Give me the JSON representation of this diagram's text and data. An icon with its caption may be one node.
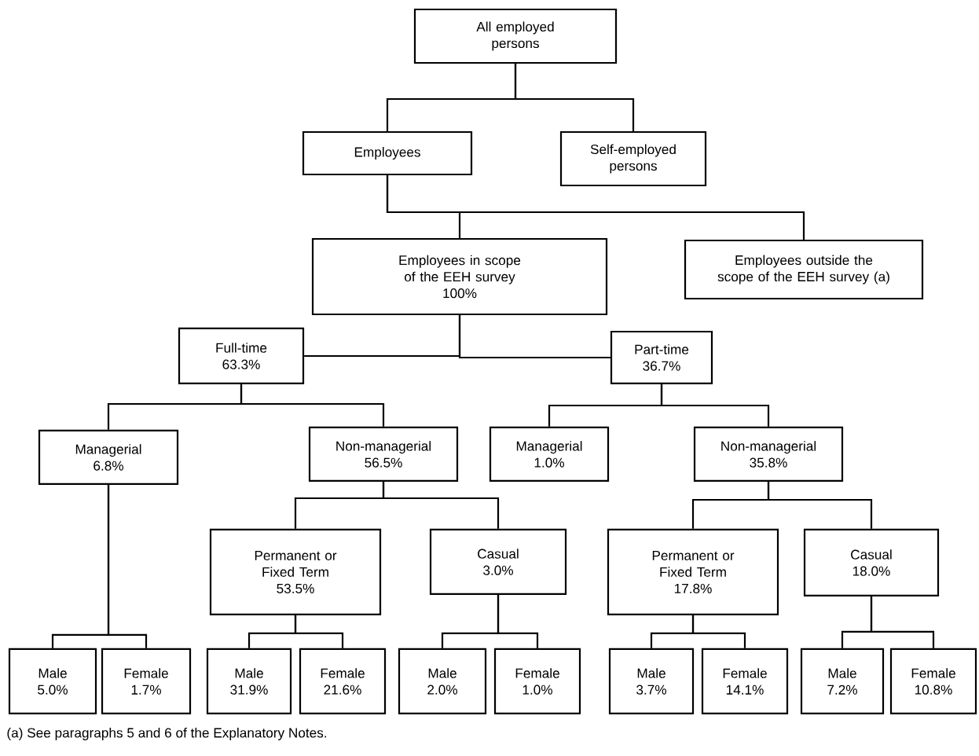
{
  "diagram": {
    "nodes": [
      {
        "text": [
          "All employed persons"
        ]
      },
      {
        "text": [
          "Employees"
        ]
      },
      {
        "text": [
          "Self-employed persons"
        ]
      },
      {
        "text": [
          "Employees in scope of the EEH survey",
          "100%"
        ]
      },
      {
        "text": [
          "Employees outside the scope of the EEH survey (a)"
        ]
      },
      {
        "text": [
          "Full-time",
          "63.3%"
        ]
      },
      {
        "text": [
          "Part-time",
          "36.7%"
        ]
      },
      {
        "text": [
          "Managerial",
          "6.8%"
        ]
      },
      {
        "text": [
          "Non-managerial",
          "56.5%"
        ]
      },
      {
        "text": [
          "Managerial",
          "1.0%"
        ]
      },
      {
        "text": [
          "Non-managerial",
          "35.8%"
        ]
      },
      {
        "text": [
          "Permanent or Fixed Term",
          "53.5%"
        ]
      },
      {
        "text": [
          "Casual",
          "3.0%"
        ]
      },
      {
        "text": [
          "Permanent or Fixed Term",
          "17.8%"
        ]
      },
      {
        "text": [
          "Casual",
          "18.0%"
        ]
      },
      {
        "text": [
          "Male",
          "5.0%"
        ]
      },
      {
        "text": [
          "Female",
          "1.7%"
        ]
      },
      {
        "text": [
          "Male",
          "31.9%"
        ]
      },
      {
        "text": [
          "Female",
          "21.6%"
        ]
      },
      {
        "text": [
          "Male",
          "2.0%"
        ]
      },
      {
        "text": [
          "Female",
          "1.0%"
        ]
      },
      {
        "text": [
          "Male",
          "3.7%"
        ]
      },
      {
        "text": [
          "Female",
          "14.1%"
        ]
      },
      {
        "text": [
          "Male",
          "7.2%"
        ]
      },
      {
        "text": [
          "Female",
          "10.8%"
        ]
      }
    ],
    "edges": [
      {
        "from": 0,
        "to": 1,
        "arrow": "none"
      },
      {
        "from": 0,
        "to": 2,
        "arrow": "none"
      },
      {
        "from": 1,
        "to": 3,
        "arrow": "none"
      },
      {
        "from": 1,
        "to": 4,
        "arrow": "none"
      },
      {
        "from": 3,
        "to": 5,
        "arrow": "none"
      },
      {
        "from": 3,
        "to": 6,
        "arrow": "none"
      },
      {
        "from": 5,
        "to": 7,
        "arrow": "none"
      },
      {
        "from": 5,
        "to": 8,
        "arrow": "none"
      },
      {
        "from": 6,
        "to": 9,
        "arrow": "none"
      },
      {
        "from": 6,
        "to": 10,
        "arrow": "none"
      },
      {
        "from": 8,
        "to": 11,
        "arrow": "none"
      },
      {
        "from": 8,
        "to": 12,
        "arrow": "none"
      },
      {
        "from": 10,
        "to": 13,
        "arrow": "none"
      },
      {
        "from": 10,
        "to": 14,
        "arrow": "none"
      },
      {
        "from": 7,
        "to": 15,
        "arrow": "none"
      },
      {
        "from": 7,
        "to": 16,
        "arrow": "none"
      },
      {
        "from": 11,
        "to": 17,
        "arrow": "none"
      },
      {
        "from": 11,
        "to": 18,
        "arrow": "none"
      },
      {
        "from": 12,
        "to": 19,
        "arrow": "none"
      },
      {
        "from": 12,
        "to": 20,
        "arrow": "none"
      },
      {
        "from": 13,
        "to": 21,
        "arrow": "none"
      },
      {
        "from": 13,
        "to": 22,
        "arrow": "none"
      },
      {
        "from": 14,
        "to": 23,
        "arrow": "none"
      },
      {
        "from": 14,
        "to": 24,
        "arrow": "none"
      }
    ],
    "labels": [
      "(a) See paragraphs 5 and 6 of the Explanatory Notes."
    ]
  }
}
